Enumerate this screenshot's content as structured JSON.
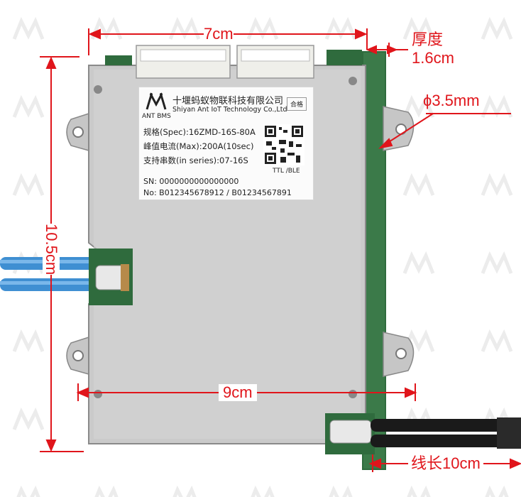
{
  "dimensions": {
    "width": "7cm",
    "thickness_label": "厚度",
    "thickness_value": "1.6cm",
    "hole": "ϕ3.5mm",
    "height": "10.5cm",
    "hole_spacing": "9cm",
    "cable_length": "线长10cm"
  },
  "label": {
    "logo_text": "ANT BMS",
    "company_cn": "十堰蚂蚁物联科技有限公司",
    "company_en": "Shiyan Ant IoT Technology Co.,Ltd",
    "qc_stamp": "合格",
    "spec": "规格(Spec):16ZMD-16S-80A",
    "peak_current": "峰值电流(Max):200A(10sec)",
    "series": "支持串数(in series):07-16S",
    "qr_caption": "TTL /BLE",
    "sn": "SN:  0000000000000000",
    "no": "No:  B012345678912 / B01234567891"
  },
  "colors": {
    "dimension": "#e0151b",
    "pcb": "#2f6b3d",
    "case": "#c9c9c9",
    "cable_blue": "#3f8fd2",
    "cable_black": "#1a1a1a"
  }
}
